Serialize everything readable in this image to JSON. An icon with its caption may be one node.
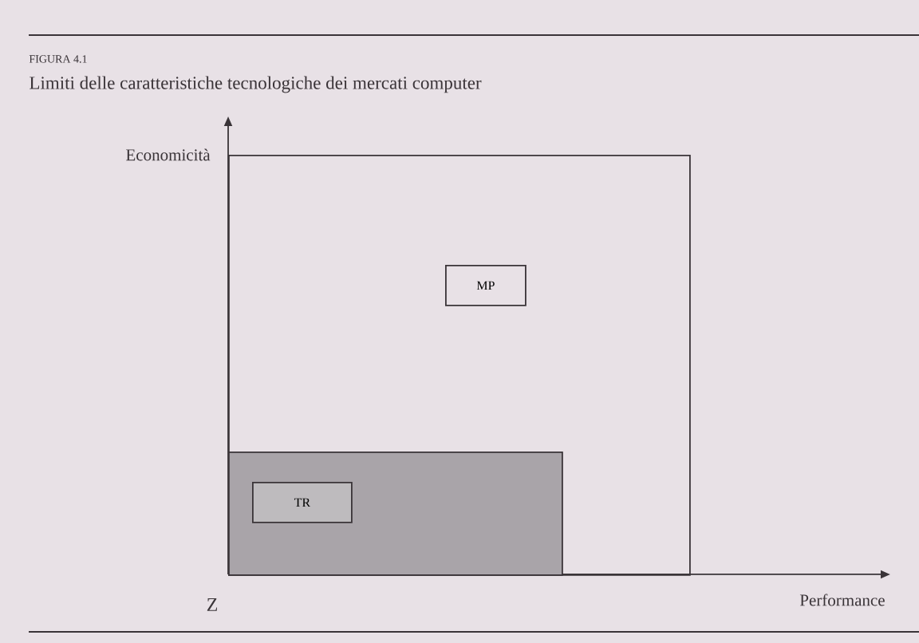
{
  "diagram": {
    "title": "Limiti delle caratteristiche tecnologiche dei mercati computer",
    "nodes": [
      {
        "text": [],
        "shape": "box"
      },
      {
        "text": [
          "MP"
        ],
        "in": 0
      },
      {
        "text": [],
        "shape": "box",
        "in": 0
      },
      {
        "text": [
          "TR"
        ],
        "in": 2
      }
    ],
    "labels": [
      "FIGURA 4.1",
      "Economicità",
      "Performance",
      "Z"
    ]
  }
}
